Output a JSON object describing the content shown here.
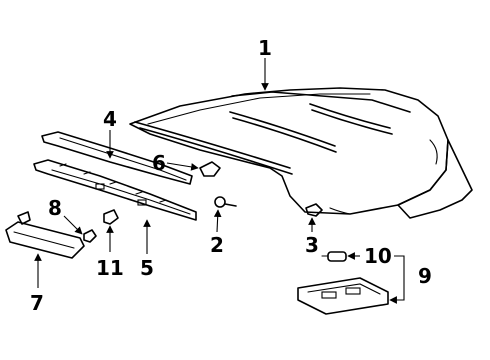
{
  "callouts": {
    "roof_panel": "1",
    "dome_lamp_clip": "2",
    "dome_lamp_bulb": "3",
    "front_header_panel": "4",
    "sunvisor_support_rail": "5",
    "retainer_clip": "6",
    "sunvisor": "7",
    "sunvisor_clip": "8",
    "lamp_assembly": "9",
    "lamp_bulb": "10",
    "support_bracket": "11"
  },
  "line_color": "#000000",
  "background_color": "#ffffff"
}
